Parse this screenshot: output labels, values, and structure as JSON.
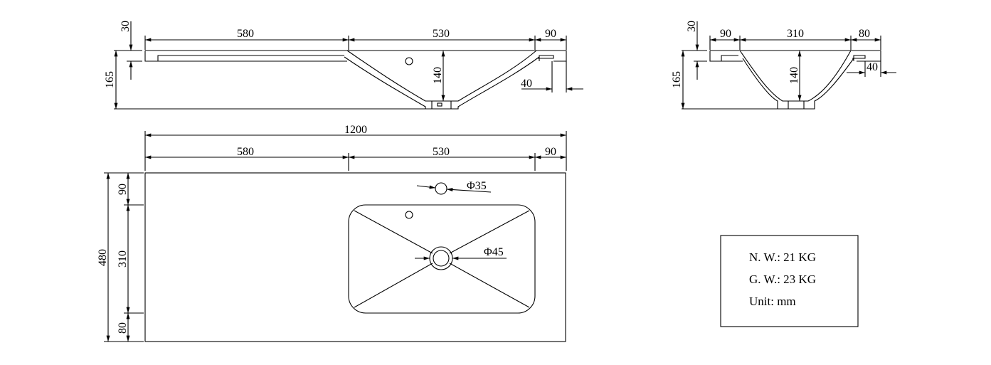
{
  "side_view_long": {
    "d_30": "30",
    "d_165": "165",
    "d_580": "580",
    "d_530": "530",
    "d_90": "90",
    "d_140": "140",
    "d_40": "40"
  },
  "side_view_short": {
    "d_30": "30",
    "d_165": "165",
    "d_90": "90",
    "d_310": "310",
    "d_80": "80",
    "d_140": "140",
    "d_40": "40"
  },
  "plan_view": {
    "d_1200": "1200",
    "d_580": "580",
    "d_530": "530",
    "d_90_top": "90",
    "d_480": "480",
    "d_90_left": "90",
    "d_310": "310",
    "d_80": "80",
    "faucet_hole": "Φ35",
    "drain": "Φ45"
  },
  "info": {
    "net_weight": "N. W.: 21 KG",
    "gross_weight": "G. W.: 23 KG",
    "unit": "Unit: mm"
  }
}
